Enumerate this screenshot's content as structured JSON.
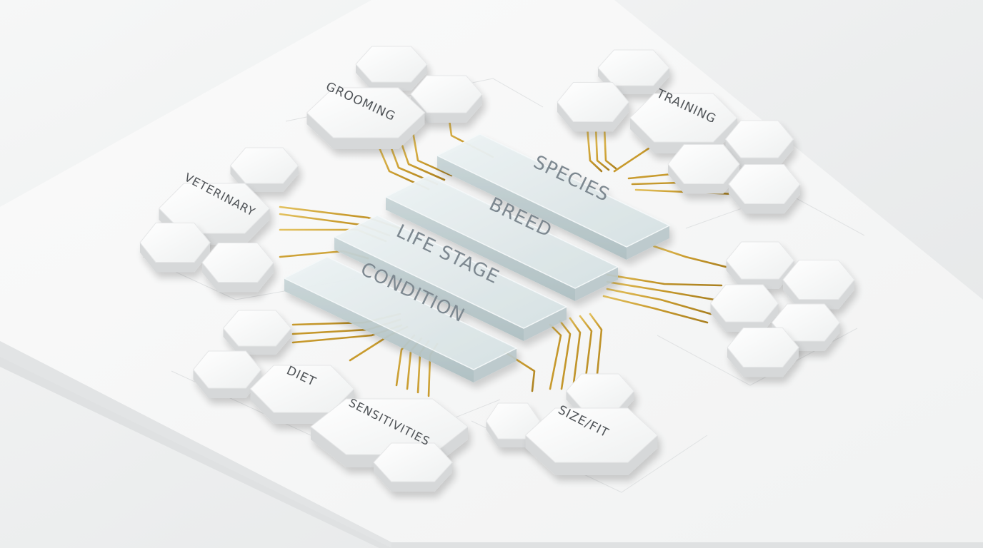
{
  "core_layers": {
    "species": "SPECIES",
    "breed": "BREED",
    "life_stage": "LIFE STAGE",
    "condition": "CONDITION"
  },
  "modules": {
    "grooming": "GROOMING",
    "training": "TRAINING",
    "veterinary": "VETERINARY",
    "diet": "DIET",
    "sensitivities": "SENSITIVITIES",
    "size_fit": "SIZE/FIT"
  },
  "colors": {
    "board": "#f7f7f7",
    "tile": "#fafafa",
    "tile_side": "#d9dadb",
    "glass": "#dfe8ea",
    "wire": "#c9a036"
  }
}
